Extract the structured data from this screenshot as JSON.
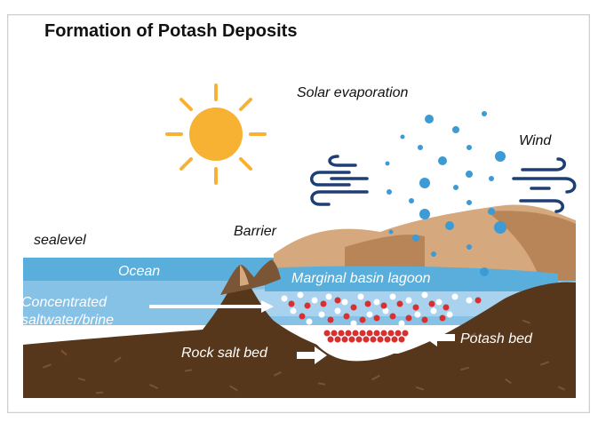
{
  "title": "Formation of Potash Deposits",
  "labels": {
    "solar_evaporation": "Solar evaporation",
    "wind": "Wind",
    "sealevel": "sealevel",
    "barrier": "Barrier",
    "ocean": "Ocean",
    "lagoon": "Marginal basin lagoon",
    "brine_line1": "Concentrated",
    "brine_line2": "saltwater/brine",
    "rock_salt_bed": "Rock salt bed",
    "potash_bed": "Potash bed"
  },
  "colors": {
    "frame": "#cfcfcf",
    "sun": "#f7b234",
    "droplet": "#3c9bd4",
    "wind": "#1d3f75",
    "ocean_surface": "#5aaedc",
    "water_deep": "#86c1e6",
    "lagoon_brine": "#a8d2ee",
    "earth": "#56371c",
    "earth_speck": "#7a5330",
    "barrier_dark": "#7a5636",
    "dune_light": "#d5a97d",
    "dune_shadow": "#b88558",
    "potash_crystal": "#d92f2f",
    "salt_crystal": "#ffffff",
    "rock_salt": "#ffffff",
    "arrow": "#ffffff"
  },
  "icons": [
    "sun-icon",
    "wind-icon",
    "water-droplet-icon",
    "arrow-icon"
  ]
}
